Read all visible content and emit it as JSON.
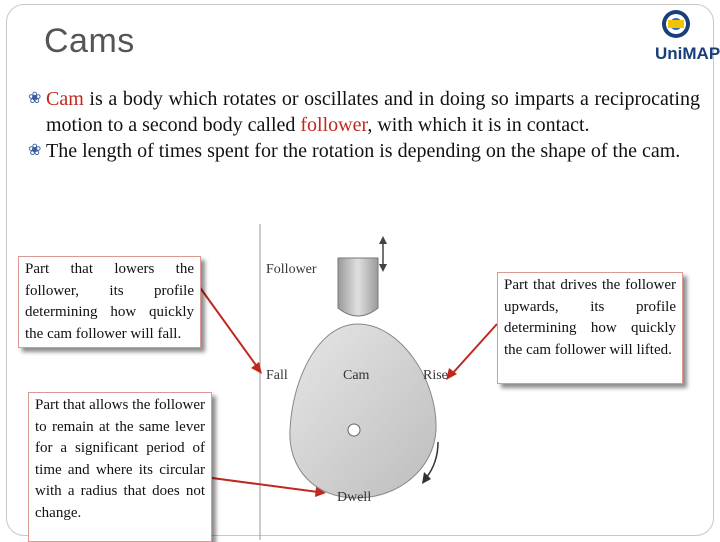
{
  "slide": {
    "title": "Cams",
    "logo_text": "UniMAP"
  },
  "bullets": [
    {
      "parts": [
        "Cam",
        " is a body which rotates or oscillates and in doing so imparts a reciprocating motion to a second body called ",
        "follower",
        ", with which it is in contact."
      ]
    },
    {
      "text": "The length of times spent for the rotation is depending on the shape of the cam."
    }
  ],
  "callouts": {
    "left_top": "Part that lowers the follower, its profile determining how quickly the cam follower will fall.",
    "left_bottom": "Part that allows the follower to remain at the same lever for a significant period of time and where its circular with a radius that does not change.",
    "right": "Part that drives the follower upwards, its profile determining how quickly the cam follower will lifted."
  },
  "diagram": {
    "follower_label": "Follower",
    "cam_label": "Cam",
    "fall_label": "Fall",
    "rise_label": "Rise",
    "dwell_label": "Dwell"
  },
  "colors": {
    "accent_red": "#c0281e",
    "title_gray": "#555555",
    "arrow_red": "#c0281e"
  }
}
